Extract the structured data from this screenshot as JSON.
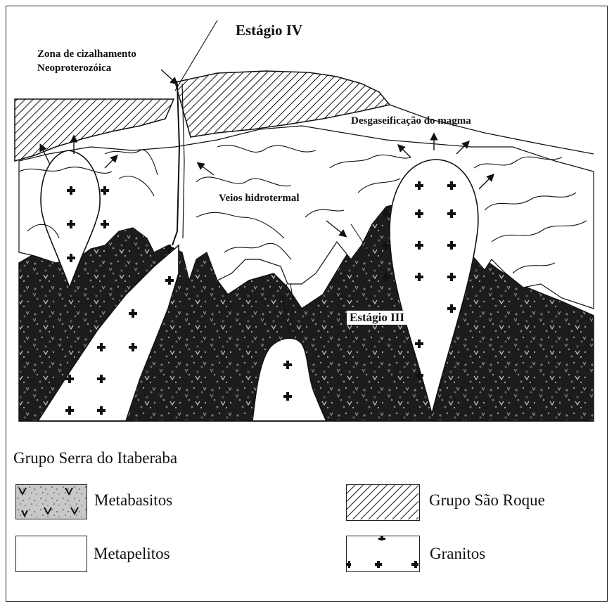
{
  "diagram": {
    "stage_iv_label": "Estágio IV",
    "stage_iii_label": "Estágio III",
    "shear_zone_label_line1": "Zona de cizalhamento",
    "shear_zone_label_line2": "Neoproterozóica",
    "degassing_label": "Desgaseificação do magma",
    "veins_label": "Veios hidrotermal"
  },
  "legend": {
    "group_title": "Grupo Serra do Itaberaba",
    "items": [
      {
        "label": "Metabasitos",
        "pattern": "dotted-grey-with-v"
      },
      {
        "label": "Metapelitos",
        "pattern": "white"
      },
      {
        "label": "Grupo São Roque",
        "pattern": "diagonal-hatch"
      },
      {
        "label": "Granitos",
        "pattern": "white-with-crosses"
      }
    ]
  },
  "colors": {
    "metabasite_dark": "#1a1a1a",
    "metabasite_light": "#9a9a9a",
    "outline": "#111111"
  }
}
